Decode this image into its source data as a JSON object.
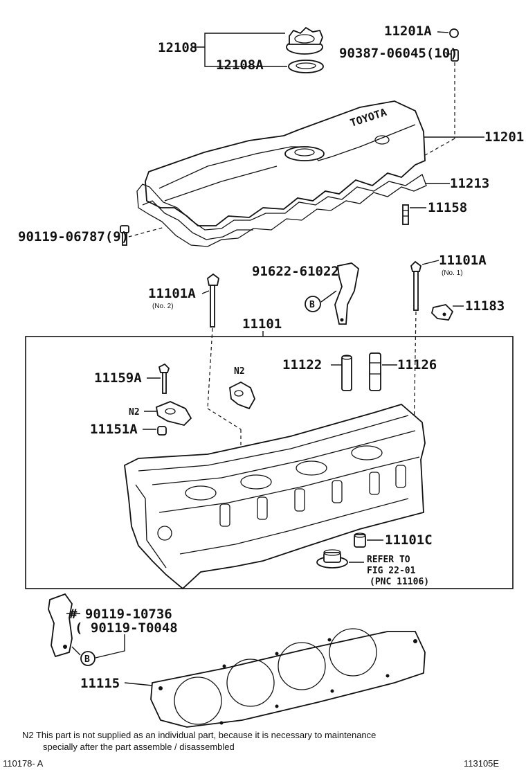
{
  "labels": {
    "p12108": "12108",
    "p12108A": "12108A",
    "p11201A": "11201A",
    "p90387": "90387-06045(10)",
    "p11201": "11201",
    "p11213": "11213",
    "p11158": "11158",
    "p90119_06787": "90119-06787(9)",
    "p91622": "91622-61022",
    "p11101A_no1": "11101A",
    "no1": "(No. 1)",
    "p11101A_no2": "11101A",
    "no2": "(No. 2)",
    "p11183": "11183",
    "p11101": "11101",
    "p11122": "11122",
    "p11126": "11126",
    "p11159A": "11159A",
    "n2_a": "N2",
    "n2_b": "N2",
    "p11151A": "11151A",
    "p11101C": "11101C",
    "refer1": "REFER TO",
    "refer2": "FIG 22-01",
    "refer3": "(PNC 11106)",
    "p90119_10736": "# 90119-10736",
    "p90119_T0048": "( 90119-T0048",
    "p11115": "11115",
    "callout_b": "B",
    "callout_b2": "B"
  },
  "footnote": {
    "line1": "N2  This part is not supplied as an individual part, because it is necessary to maintenance",
    "line2": "specially after the part assemble / disassembled"
  },
  "footer": {
    "left": "110178- A",
    "right": "113105E"
  },
  "cover_text": "TOYOTA"
}
